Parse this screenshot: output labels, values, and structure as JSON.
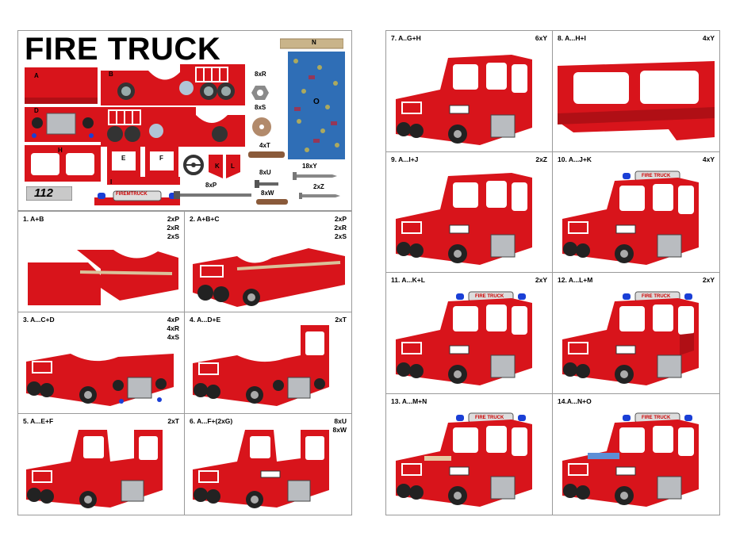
{
  "title": "FIRE TRUCK",
  "parts": {
    "A": "A",
    "B": "B",
    "D": "D",
    "H": "H",
    "E": "E",
    "F": "F",
    "I": "I",
    "K": "K",
    "L": "L",
    "N": "N",
    "O": "O",
    "plate": "112",
    "sign": "FIREMTRUCK"
  },
  "hardware": {
    "R": "8xR",
    "S": "8xS",
    "T": "4xT",
    "U": "8xU",
    "Y": "18xY",
    "P": "8xP",
    "W": "8xW",
    "Z": "2xZ"
  },
  "steps": [
    {
      "label": "1. A+B",
      "qty": "2xP\n2xR\n2xS"
    },
    {
      "label": "2. A+B+C",
      "qty": "2xP\n2xR\n2xS"
    },
    {
      "label": "3. A...C+D",
      "qty": "4xP\n4xR\n4xS"
    },
    {
      "label": "4. A...D+E",
      "qty": "2xT"
    },
    {
      "label": "5. A...E+F",
      "qty": "2xT"
    },
    {
      "label": "6. A...F+(2xG)",
      "qty": "8xU\n8xW"
    },
    {
      "label": "7. A..G+H",
      "qty": "6xY"
    },
    {
      "label": "8. A...H+I",
      "qty": "4xY"
    },
    {
      "label": "9. A...I+J",
      "qty": "2xZ"
    },
    {
      "label": "10. A...J+K",
      "qty": "4xY"
    },
    {
      "label": "11. A...K+L",
      "qty": "2xY"
    },
    {
      "label": "12. A...L+M",
      "qty": "2xY"
    },
    {
      "label": "13. A...M+N",
      "qty": ""
    },
    {
      "label": "14.A...N+O",
      "qty": ""
    }
  ],
  "truck_sign": "FIRE TRUCK",
  "colors": {
    "red": "#d8141b",
    "dark_red": "#9c0d12",
    "grill": "#b9bcc0",
    "blue": "#1a3fd6"
  }
}
